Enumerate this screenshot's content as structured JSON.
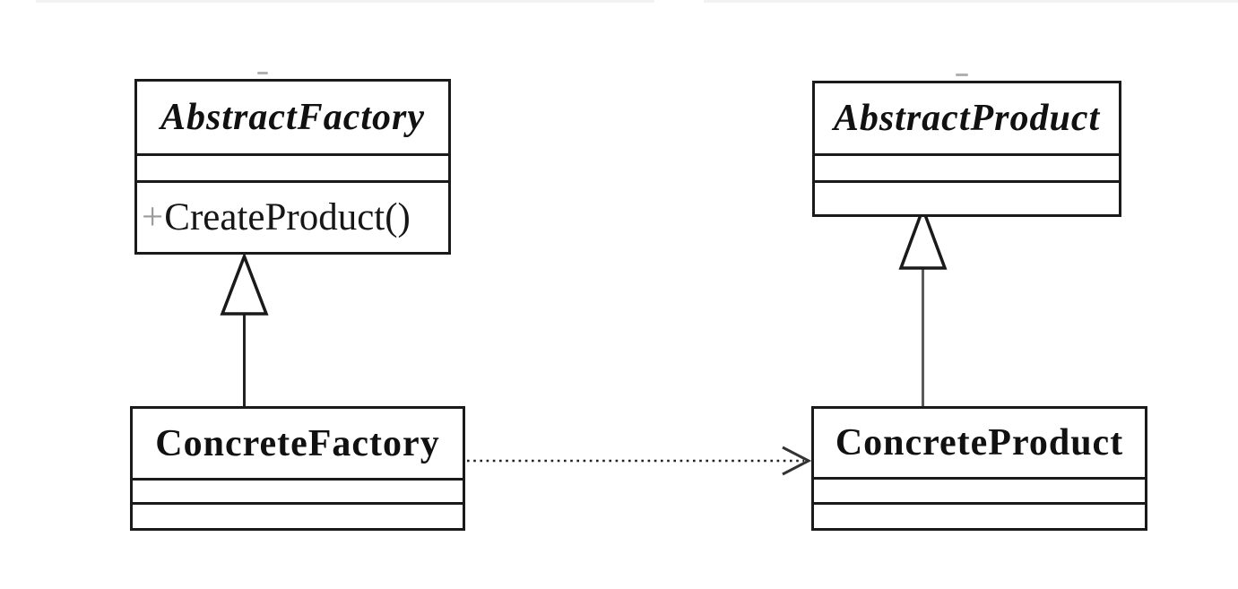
{
  "diagram": {
    "kind": "uml-class-diagram",
    "pattern": "Factory"
  },
  "classes": {
    "abstract_factory": {
      "name": "AbstractFactory",
      "abstract": true,
      "attributes": [],
      "method_visibility": "+",
      "method_name": "CreateProduct()"
    },
    "abstract_product": {
      "name": "AbstractProduct",
      "abstract": true,
      "attributes": [],
      "methods": []
    },
    "concrete_factory": {
      "name": "ConcreteFactory",
      "abstract": false,
      "attributes": [],
      "methods": []
    },
    "concrete_product": {
      "name": "ConcreteProduct",
      "abstract": false,
      "attributes": [],
      "methods": []
    }
  },
  "colors": {
    "background": "#ffffff",
    "box_border": "#1a1a1a",
    "title_text": "#111111",
    "method_text": "#161616",
    "plus_sign": "#9a9a9a",
    "generalization_line_left": "#222222",
    "generalization_line_right": "#5a5a5a",
    "dependency_line": "#222222"
  }
}
